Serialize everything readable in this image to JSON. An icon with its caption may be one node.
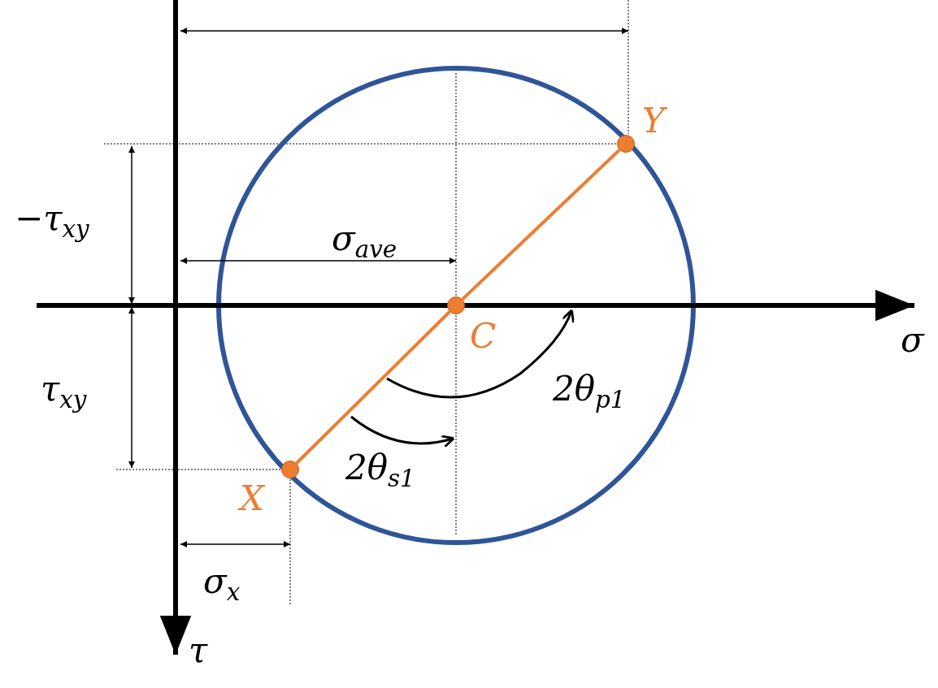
{
  "diagram": {
    "nodes": [
      {
        "text": [],
        "shape": "circle",
        "beside": [
          "Y"
        ]
      },
      {
        "text": [],
        "shape": "circle",
        "beside": [
          "C"
        ]
      },
      {
        "text": [],
        "shape": "circle",
        "beside": [
          "X"
        ]
      }
    ],
    "edges": [
      {
        "from": 2,
        "to": 1,
        "arrow": "none"
      },
      {
        "from": 1,
        "to": 0,
        "arrow": "none"
      }
    ],
    "labels": [
      "−τ$_{xy}$",
      "σ$_{ave}$",
      "σ",
      "τ$_{xy}$",
      "2θ$_{p1}$",
      "2θ$_{s1}$",
      "σ$_{x}$",
      "τ"
    ]
  }
}
